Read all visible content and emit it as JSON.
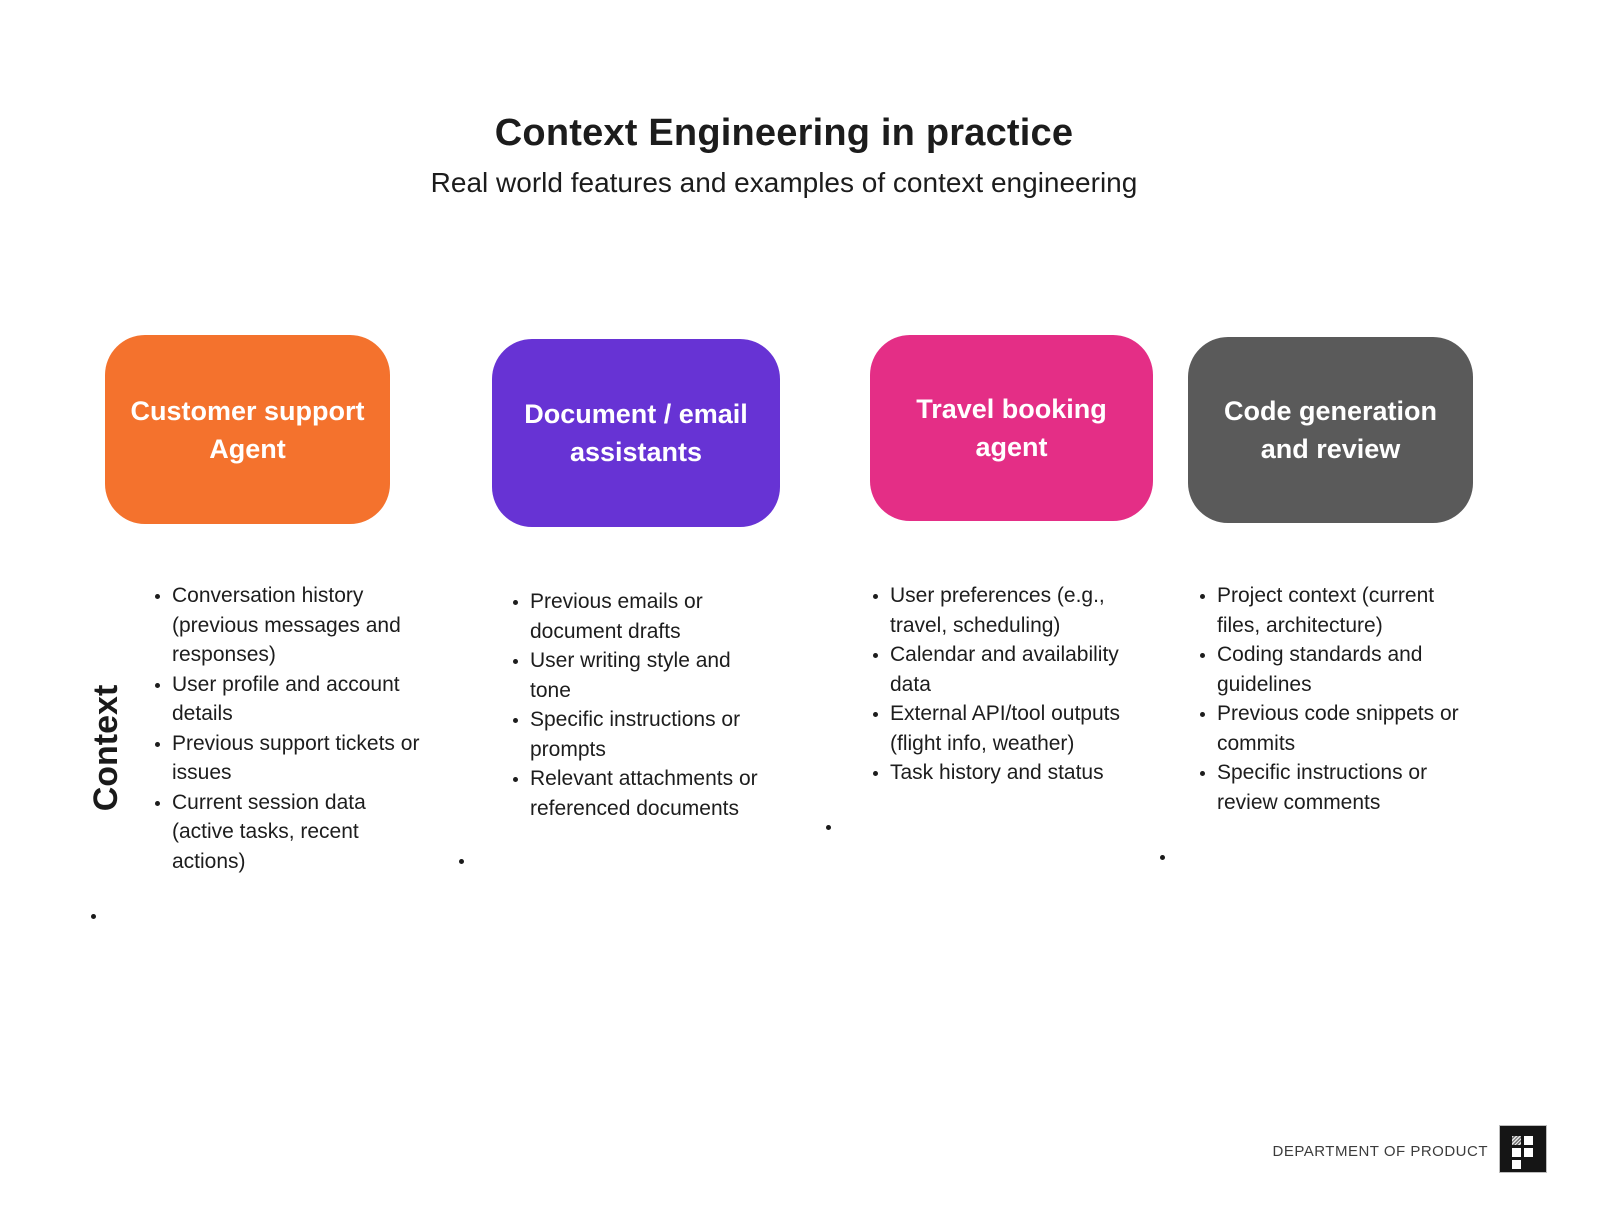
{
  "header": {
    "title": "Context Engineering in practice",
    "subtitle": "Real world features and examples of context engineering"
  },
  "row_label": "Context",
  "columns": [
    {
      "card": {
        "title_lines": [
          "Customer support",
          "Agent"
        ],
        "color": "#F4722D"
      },
      "items": [
        "Conversation history (previous messages and responses)",
        "User profile and account details",
        "Previous support tickets or issues",
        "Current session data (active tasks, recent actions)"
      ]
    },
    {
      "card": {
        "title_lines": [
          "Document / email",
          "assistants"
        ],
        "color": "#6733D4"
      },
      "items": [
        "Previous emails or document drafts",
        "User writing style and tone",
        "Specific instructions or prompts",
        "Relevant attachments or referenced documents"
      ]
    },
    {
      "card": {
        "title_lines": [
          "Travel booking",
          "agent"
        ],
        "color": "#E42E86"
      },
      "items": [
        "User preferences (e.g., travel, scheduling)",
        "Calendar and availability data",
        "External API/tool outputs (flight info, weather)",
        "Task history and status"
      ]
    },
    {
      "card": {
        "title_lines": [
          "Code generation",
          "and review"
        ],
        "color": "#5A5A5A"
      },
      "items": [
        "Project context (current files, architecture)",
        "Coding standards and guidelines",
        "Previous code snippets or commits",
        "Specific instructions or review comments"
      ]
    }
  ],
  "footer": {
    "brand": "DEPARTMENT OF PRODUCT",
    "logo_icon": "department-of-product-logo"
  }
}
